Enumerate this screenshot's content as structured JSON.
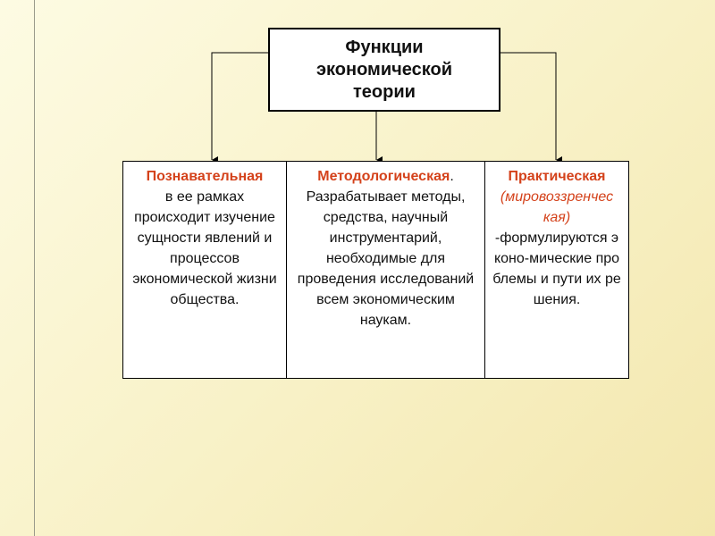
{
  "diagram": {
    "title": "Функции экономической теории",
    "functions": [
      {
        "heading": "Познавательная",
        "text": "в ее рамках происходит изучение сущности явлений и процессов экономической жизни общества."
      },
      {
        "heading": "Методологическая",
        "heading_suffix": ".",
        "text": "Разрабатывает методы, средства, научный инструментарий, необходимые для проведения исследований всем экономическим наукам."
      },
      {
        "heading": "Практическая",
        "subheading": "(мировоззренческая)",
        "text": "-формулируются эконо-мические проблемы и пути их решения."
      }
    ]
  },
  "colors": {
    "heading_accent": "#d4421b",
    "background": "#f8f1c6"
  }
}
